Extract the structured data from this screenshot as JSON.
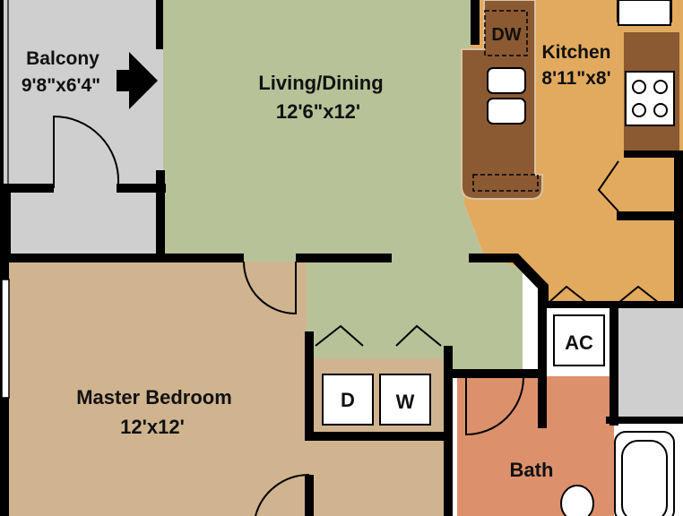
{
  "rooms": {
    "balcony": {
      "name": "Balcony",
      "size": "9'8\"x6'4\""
    },
    "living": {
      "name": "Living/Dining",
      "size": "12'6\"x12'"
    },
    "kitchen": {
      "name": "Kitchen",
      "size": "8'11\"x8'"
    },
    "master": {
      "name": "Master Bedroom",
      "size": "12'x12'"
    },
    "bath": {
      "name": "Bath"
    }
  },
  "fixtures": {
    "dishwasher": "DW",
    "dryer": "D",
    "washer": "W",
    "ac": "AC"
  },
  "colors": {
    "balcony": "#cfcfcf",
    "living": "#b8c298",
    "kitchen": "#e2aa5e",
    "bedroom": "#d0b490",
    "bath": "#dc916c",
    "counter": "#8b5a32",
    "wall": "#000000"
  }
}
